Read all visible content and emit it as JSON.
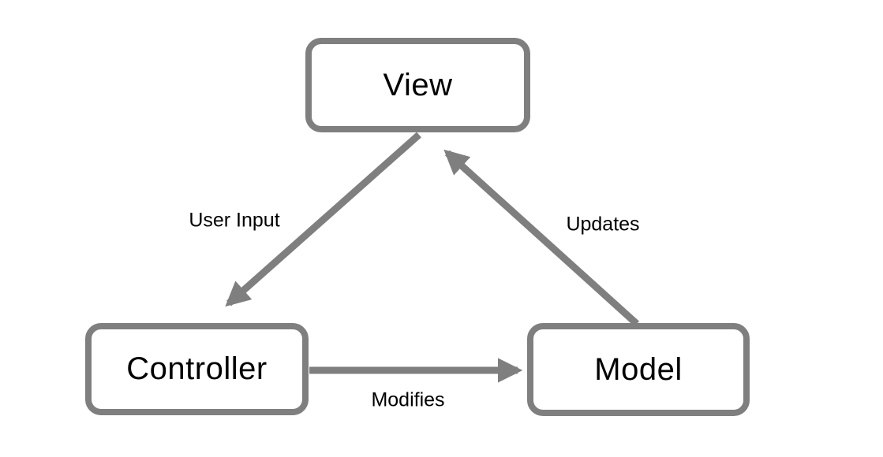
{
  "diagram": {
    "type": "architecture-diagram",
    "nodes": {
      "view": {
        "label": "View"
      },
      "controller": {
        "label": "Controller"
      },
      "model": {
        "label": "Model"
      }
    },
    "edges": {
      "user_input": {
        "label": "User Input",
        "from": "View",
        "to": "Controller"
      },
      "updates": {
        "label": "Updates",
        "from": "Model",
        "to": "View"
      },
      "modifies": {
        "label": "Modifies",
        "from": "Controller",
        "to": "Model"
      }
    },
    "colors": {
      "node_border": "#7f7f7f",
      "arrow": "#7f7f7f",
      "text": "#000000",
      "background": "#ffffff"
    }
  }
}
